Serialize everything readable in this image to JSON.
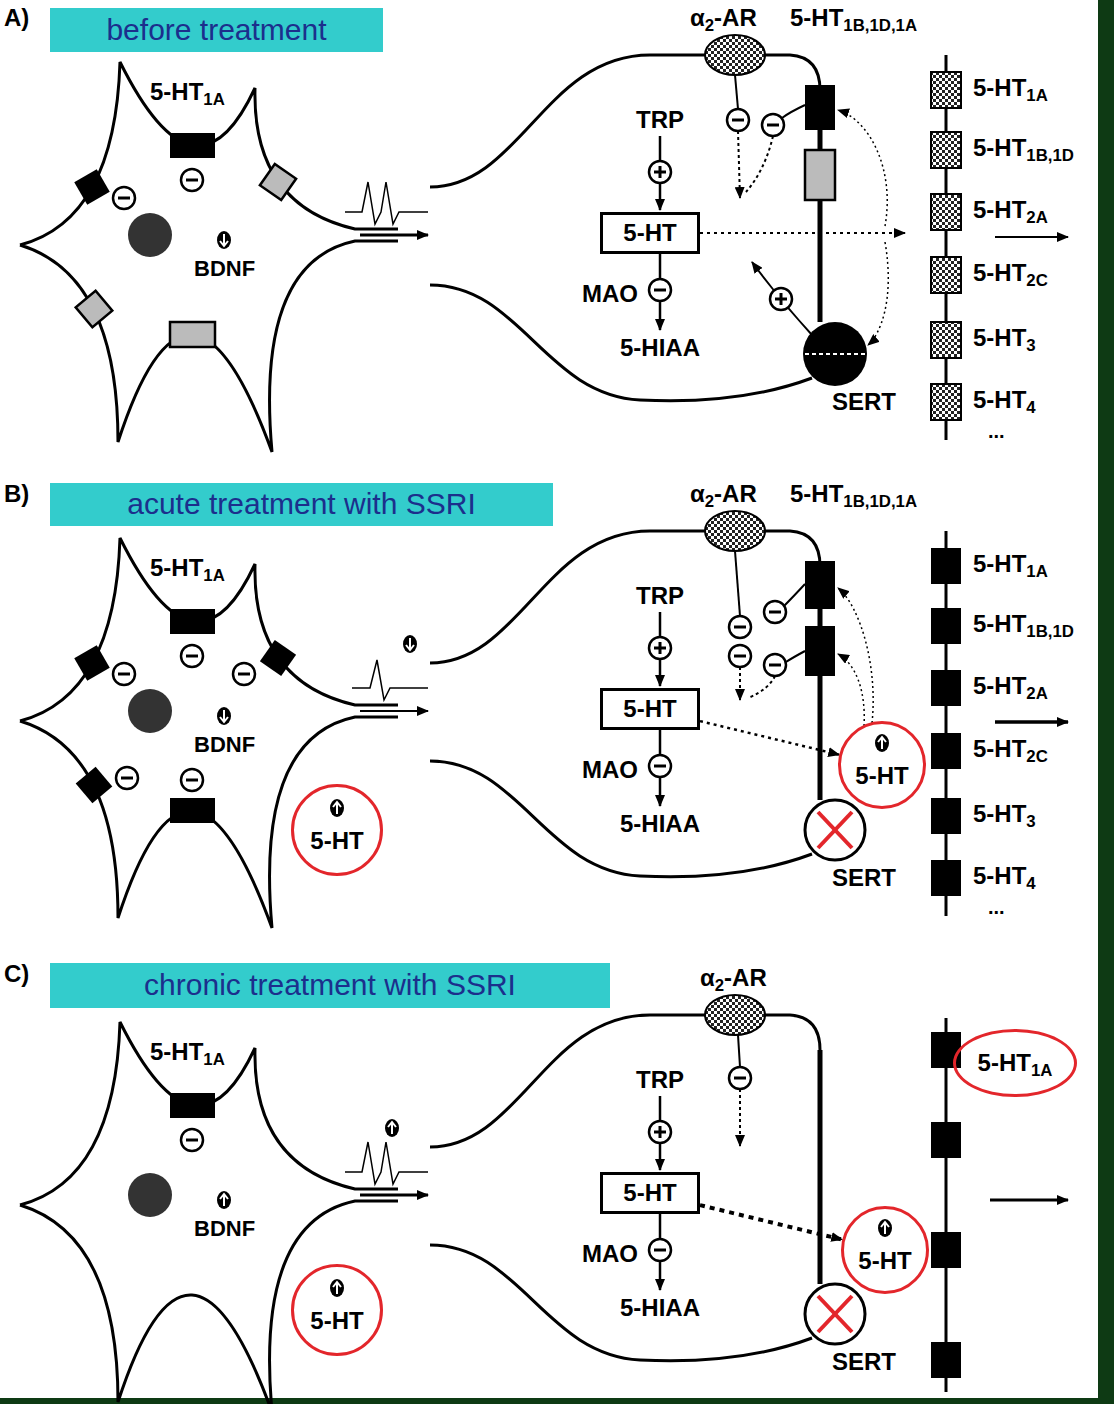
{
  "diagram": {
    "nodes": [
      {
        "text": [
          "before treatment"
        ]
      },
      {
        "text": [
          "5-HT"
        ]
      },
      {
        "text": [
          "acute treatment with SSRI"
        ]
      },
      {
        "text": [
          "5-HT"
        ]
      },
      {
        "text": [
          "5-HT"
        ]
      },
      {
        "text": [
          "5-HT"
        ]
      },
      {
        "text": [
          "chronic treatment with SSRI"
        ]
      },
      {
        "text": [
          "5-HT"
        ]
      },
      {
        "text": [
          "5-HT"
        ]
      },
      {
        "text": [
          "5-HT"
        ]
      },
      {
        "text": [
          "5-HT1A"
        ]
      }
    ],
    "edges": [
      {
        "from": 3,
        "to": 5,
        "arrow": "to"
      },
      {
        "from": 7,
        "to": 9,
        "arrow": "to"
      }
    ],
    "labels": [
      "A)",
      "5-HT1A",
      "BDNF",
      "α2-AR",
      "5-HT1B,1D,1A",
      "TRP",
      "MAO",
      "5-HIAA",
      "SERT",
      "5-HT1A",
      "5-HT1B,1D",
      "5-HT2A",
      "5-HT2C",
      "5-HT3",
      "5-HT4",
      "...",
      "B)",
      "5-HT1A",
      "BDNF",
      "α2-AR",
      "5-HT1B,1D,1A",
      "TRP",
      "MAO",
      "5-HIAA",
      "SERT",
      "5-HT1A",
      "5-HT1B,1D",
      "5-HT2A",
      "5-HT2C",
      "5-HT3",
      "5-HT4",
      "...",
      "C)",
      "5-HT1A",
      "BDNF",
      "α2-AR",
      "TRP",
      "MAO",
      "5-HIAA",
      "SERT"
    ]
  }
}
